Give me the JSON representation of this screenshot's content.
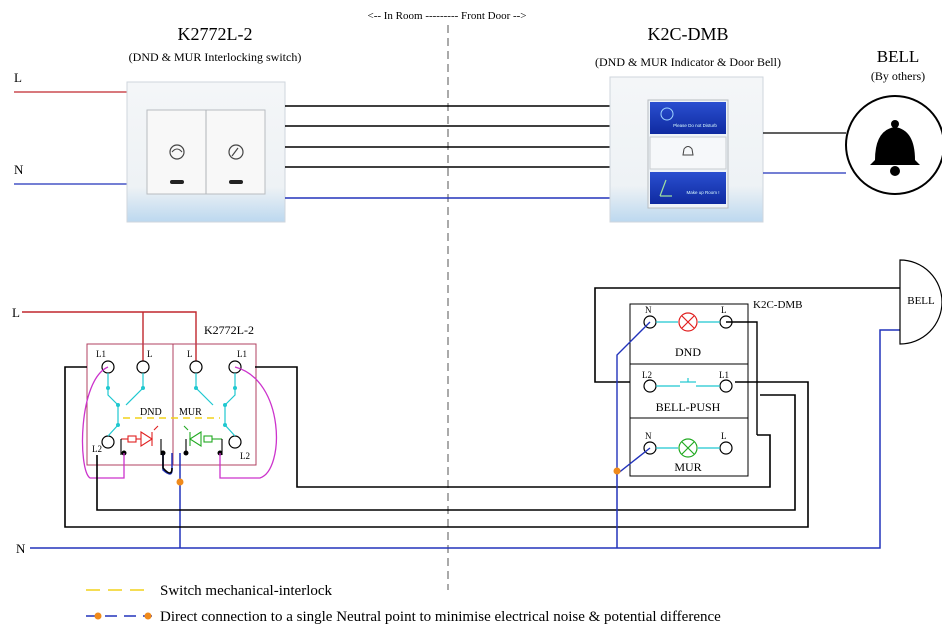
{
  "header": {
    "direction": "<-- In Room --------- Front Door -->",
    "switch_model": "K2772L-2",
    "switch_desc": "(DND & MUR Interlocking switch)",
    "indicator_model": "K2C-DMB",
    "indicator_desc": "(DND & MUR Indicator & Door Bell)",
    "bell_label": "BELL",
    "bell_note": "(By others)"
  },
  "lines": {
    "live": "L",
    "neutral": "N"
  },
  "device_top": {
    "button_dnd_text": "Please Do not Disturb",
    "button_mur_text": "Make up Room !"
  },
  "schematic": {
    "switch_label": "K2772L-2",
    "terminals": {
      "l1": "L1",
      "l": "L",
      "l2": "L2"
    },
    "dnd": "DND",
    "mur": "MUR",
    "indicator_label": "K2C-DMB",
    "ind_terminals": {
      "n": "N",
      "l": "L",
      "l2": "L2",
      "l1": "L1"
    },
    "ind_dnd": "DND",
    "bell_push": "BELL-PUSH",
    "ind_mur": "MUR",
    "bell": "BELL"
  },
  "legend": {
    "interlock": "Switch mechanical-interlock",
    "neutral_note": "Direct connection to a single Neutral point to minimise electrical noise & potential difference"
  },
  "colors": {
    "live": "#c0272d",
    "neutral": "#2233bb",
    "cyan": "#1fc8d0",
    "magenta": "#cc33cc",
    "yellow": "#f2d21a",
    "orange": "#f08a1a",
    "red_led": "#e02020",
    "green_led": "#22aa22"
  }
}
